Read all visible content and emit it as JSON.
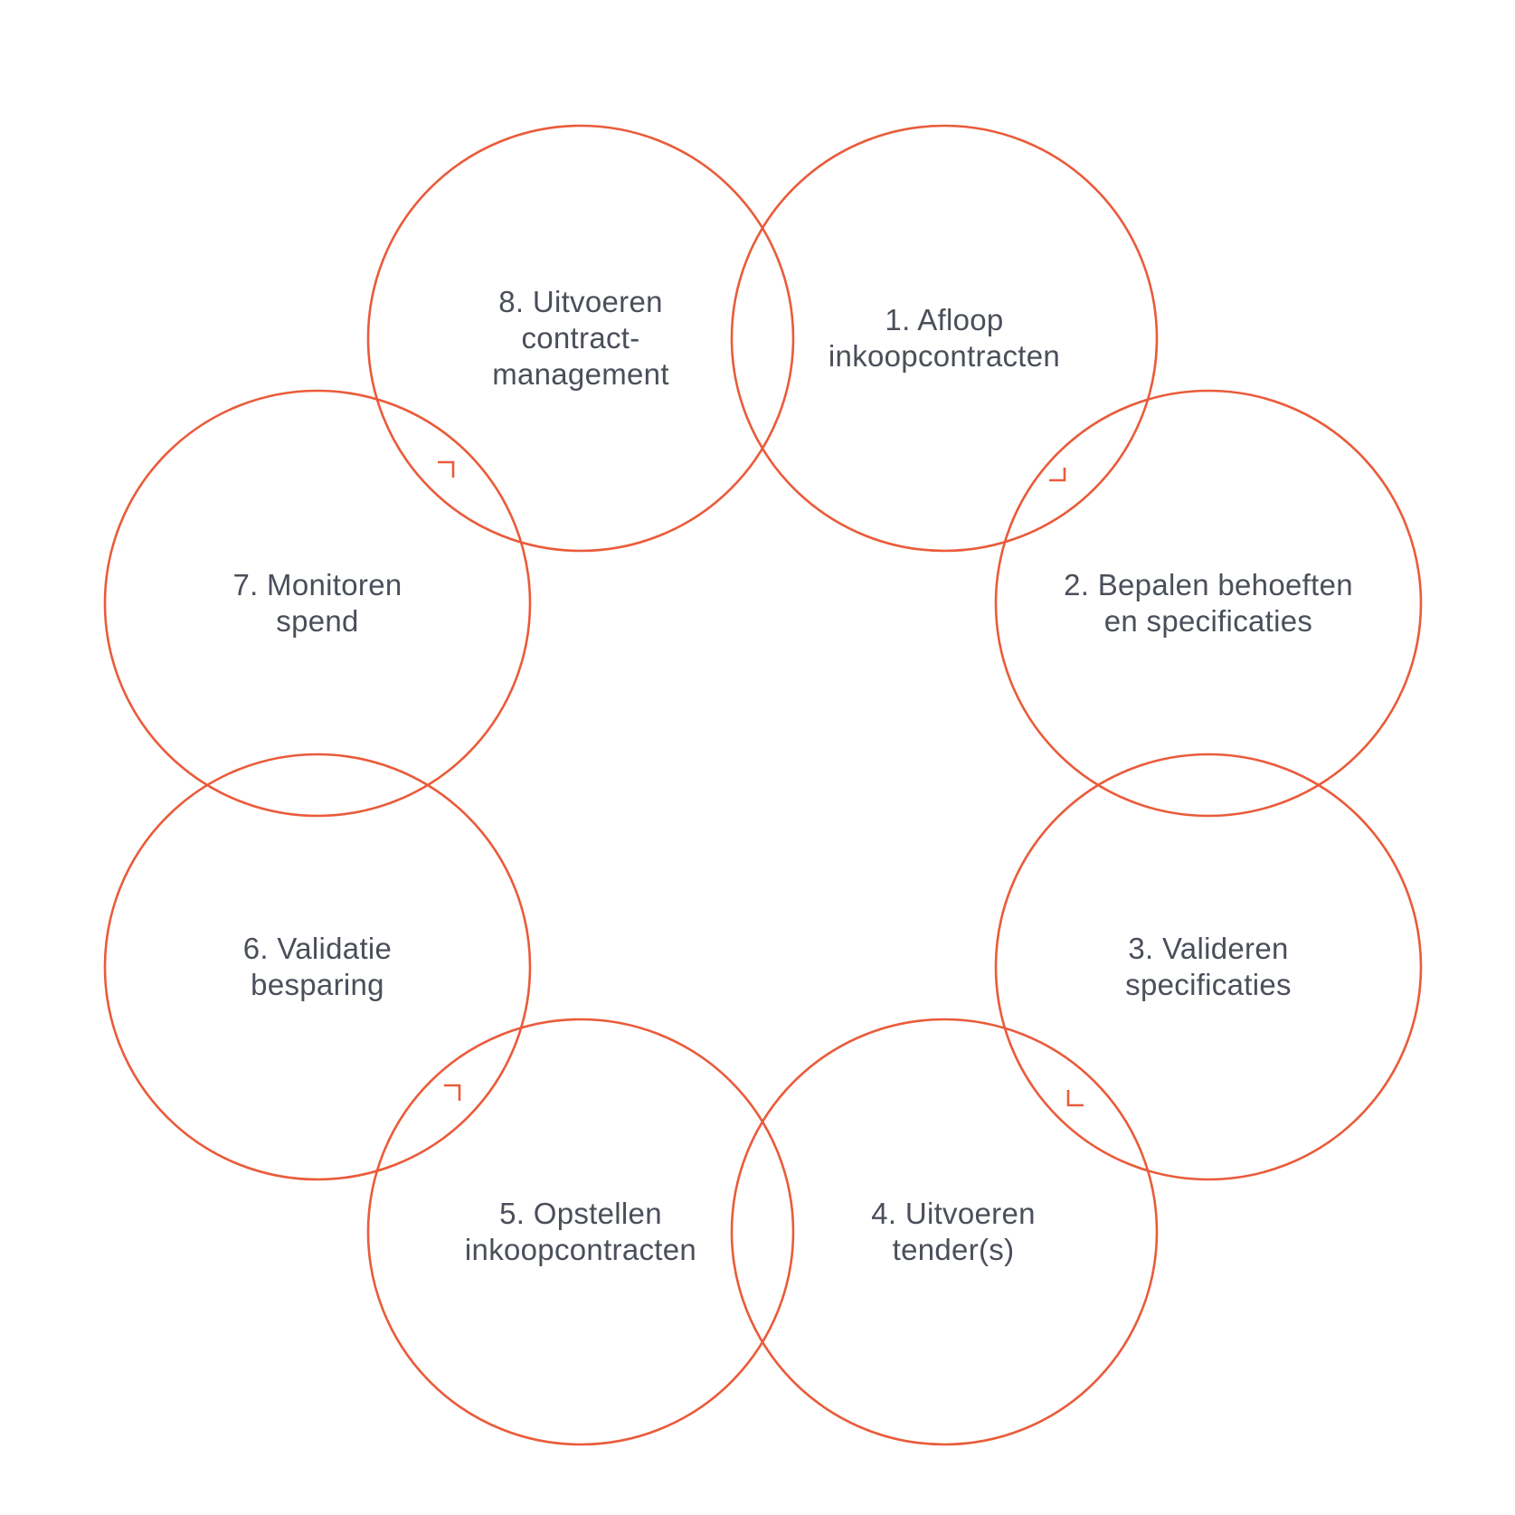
{
  "diagram": {
    "colors": {
      "circle_stroke": "#ea5b3a",
      "label_text": "#4a4f5a",
      "background": "#ffffff"
    },
    "steps": [
      {
        "number": 1,
        "lines": [
          "1. Afloop",
          "inkoopcontracten"
        ]
      },
      {
        "number": 2,
        "lines": [
          "2. Bepalen behoeften",
          "en specificaties"
        ]
      },
      {
        "number": 3,
        "lines": [
          "3. Valideren",
          "specificaties"
        ]
      },
      {
        "number": 4,
        "lines": [
          "4. Uitvoeren",
          "tender(s)"
        ]
      },
      {
        "number": 5,
        "lines": [
          "5. Opstellen",
          "inkoopcontracten"
        ]
      },
      {
        "number": 6,
        "lines": [
          "6. Validatie",
          "besparing"
        ]
      },
      {
        "number": 7,
        "lines": [
          "7. Monitoren",
          "spend"
        ]
      },
      {
        "number": 8,
        "lines": [
          "8. Uitvoeren",
          "contract-",
          "management"
        ]
      }
    ],
    "corner_markers": [
      {
        "name": "corner-marker-top-left-icon"
      },
      {
        "name": "corner-marker-top-right-icon"
      },
      {
        "name": "corner-marker-bottom-right-icon"
      },
      {
        "name": "corner-marker-bottom-left-icon"
      }
    ]
  }
}
